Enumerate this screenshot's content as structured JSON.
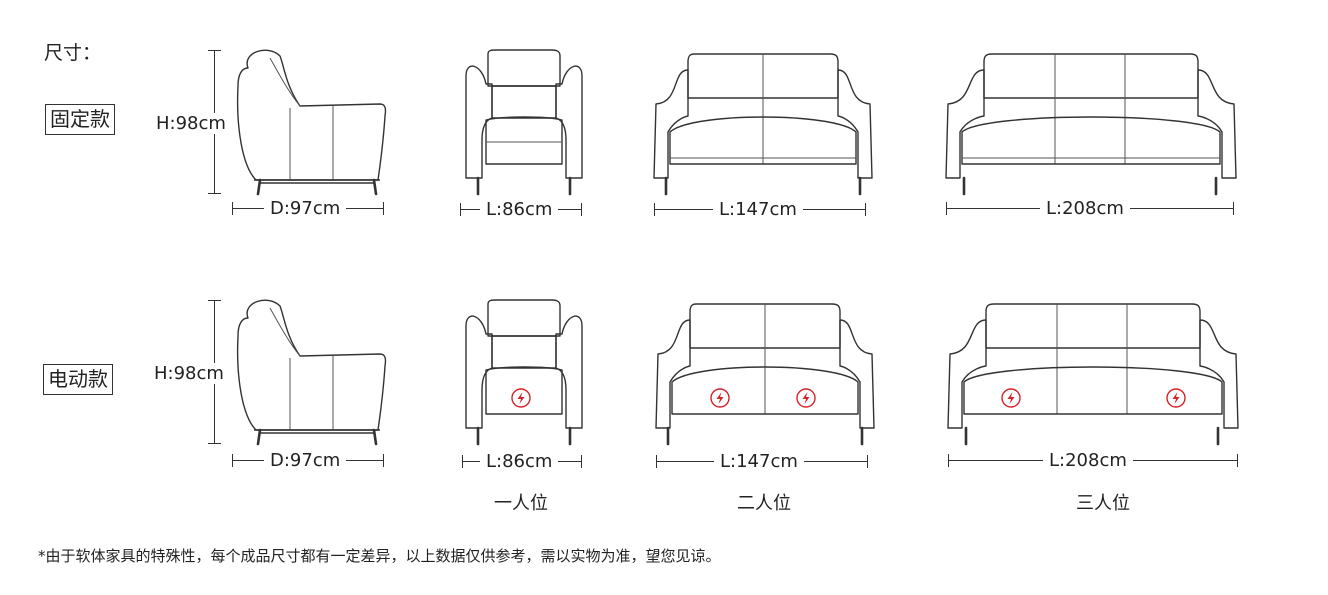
{
  "heading": "尺寸：",
  "rows": [
    {
      "tag": "固定款",
      "height_label": "H:98cm",
      "depth_label": "D:97cm",
      "widths": [
        "L:86cm",
        "L:147cm",
        "L:208cm"
      ],
      "electric": false
    },
    {
      "tag": "电动款",
      "height_label": "H:98cm",
      "depth_label": "D:97cm",
      "widths": [
        "L:86cm",
        "L:147cm",
        "L:208cm"
      ],
      "electric": true
    }
  ],
  "seat_labels": [
    "一人位",
    "二人位",
    "三人位"
  ],
  "icons": {
    "power": "lightning-icon"
  },
  "colors": {
    "power_icon": "#d4242a",
    "line": "#333333"
  },
  "note": "*由于软体家具的特殊性，每个成品尺寸都有一定差异，以上数据仅供参考，需以实物为准，望您见谅。"
}
